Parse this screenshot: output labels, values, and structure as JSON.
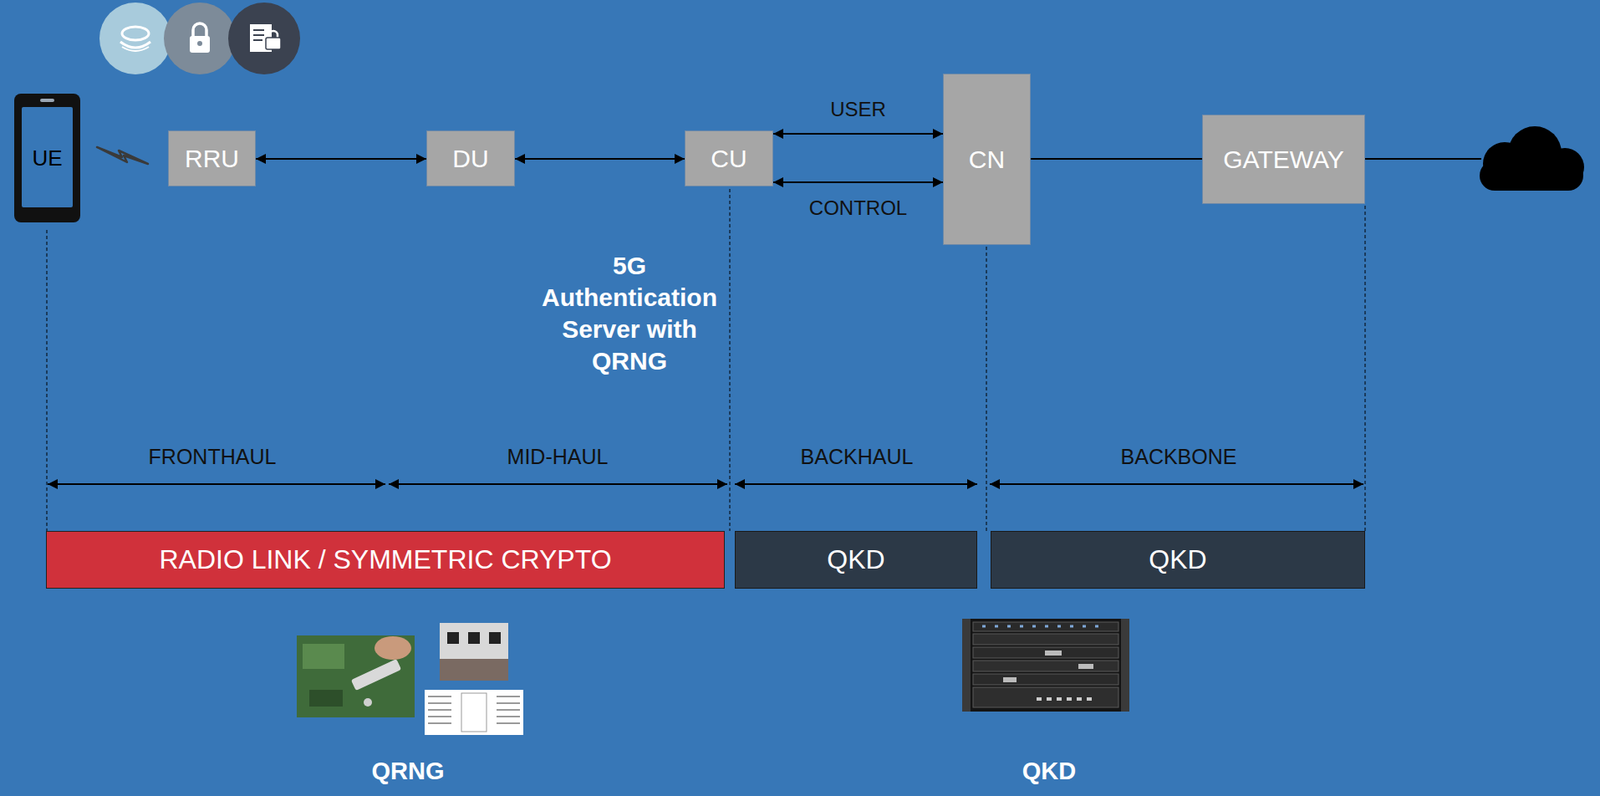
{
  "diagram": {
    "nodes": [
      {
        "text": [
          "UE"
        ]
      },
      {
        "text": [
          "RRU"
        ]
      },
      {
        "text": [
          "DU"
        ]
      },
      {
        "text": [
          "CU"
        ]
      },
      {
        "text": [
          "CN"
        ]
      },
      {
        "text": [
          "GATEWAY"
        ]
      },
      {
        "text": [
          "RADIO LINK / SYMMETRIC CRYPTO"
        ]
      },
      {
        "text": [
          "QKD"
        ]
      },
      {
        "text": [
          "QKD"
        ]
      }
    ],
    "edges": [
      {
        "from": 1,
        "to": 2,
        "arrow": "both"
      },
      {
        "from": 2,
        "to": 3,
        "arrow": "both"
      },
      {
        "from": 3,
        "to": 4,
        "arrow": "both",
        "label": "USER"
      },
      {
        "from": 3,
        "to": 4,
        "arrow": "both",
        "label": "CONTROL"
      },
      {
        "from": 4,
        "to": 5,
        "arrow": "none"
      }
    ],
    "labels": [
      "5G Authentication Server with QRNG",
      "FRONTHAUL",
      "MID-HAUL",
      "BACKHAUL",
      "BACKBONE",
      "QRNG",
      "QKD"
    ]
  }
}
